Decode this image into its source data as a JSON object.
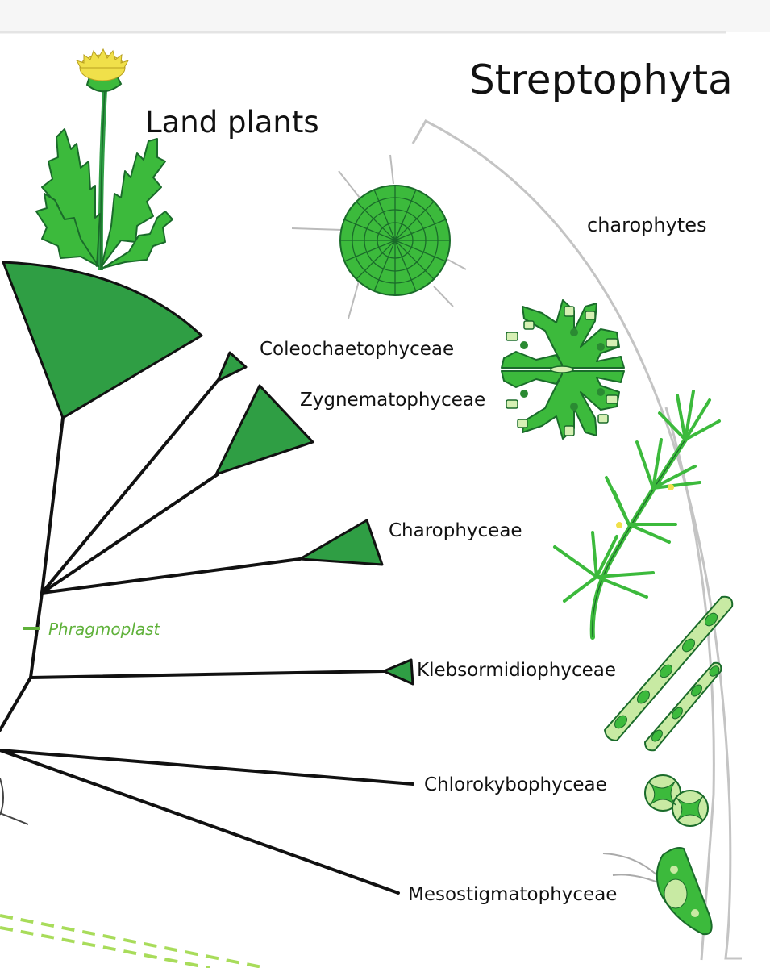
{
  "labels": {
    "title": "Streptophyta",
    "land_plants": "Land plants",
    "charophytes": "charophytes",
    "coleochaetophyceae": "Coleochaetophyceae",
    "zygnematophyceae": "Zygnematophyceae",
    "charophyceae": "Charophyceae",
    "klebsormidiophyceae": "Klebsormidiophyceae",
    "chlorokybophyceae": "Chlorokybophyceae",
    "mesostigmatophyceae": "Mesostigmatophyceae",
    "phragmoplast": "Phragmoplast"
  },
  "icons": [
    "dandelion-icon",
    "coleochaete-icon",
    "desmid-icon",
    "chara-icon",
    "klebsormidium-icon",
    "chlorokybus-icon",
    "mesostigma-icon"
  ],
  "colors": {
    "clade_fill": "#2f9e44",
    "organism_fill": "#3cba3c",
    "organism_light": "#c8eaa3",
    "stroke": "#111111",
    "phragmoplast": "#5fb13a",
    "bracket": "#bbbbbb",
    "flower": "#f0e04a"
  }
}
